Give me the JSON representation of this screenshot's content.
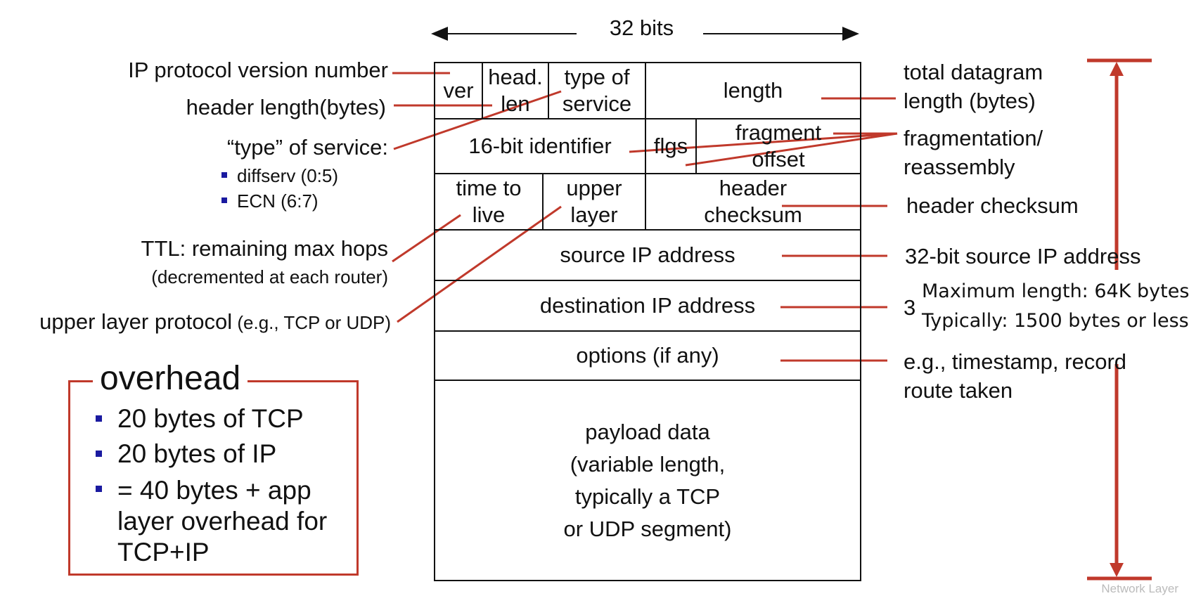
{
  "width_label": "32 bits",
  "fields": {
    "ver": "ver",
    "head_len": "head.\nlen",
    "type_of_service": "type of\nservice",
    "length": "length",
    "identifier": "16-bit identifier",
    "flgs": "flgs",
    "fragment_offset": "fragment\noffset",
    "ttl": "time to\nlive",
    "upper_layer": "upper\nlayer",
    "header_checksum": "header\nchecksum",
    "source_ip": "source IP address",
    "destination_ip": "destination IP address",
    "options": "options (if any)",
    "payload": "payload data\n(variable length,\ntypically a TCP\nor UDP segment)"
  },
  "left_labels": {
    "version": "IP protocol version number",
    "header_length": "header length(bytes)",
    "tos": "“type” of service:",
    "tos_bullets": [
      "diffserv (0:5)",
      "ECN (6:7)"
    ],
    "ttl_line1": "TTL: remaining  max hops",
    "ttl_line2": "(decremented at each router)",
    "upper_main": "upper layer protocol",
    "upper_paren": " (e.g., TCP or UDP)"
  },
  "right_labels": {
    "total_length": "total datagram\nlength (bytes)",
    "fragmentation": "fragmentation/\nreassembly",
    "checksum": "header checksum",
    "source": "32-bit source IP address",
    "dest_partial": "3",
    "max_length": "Maximum length: 64K bytes",
    "typical": "Typically: 1500 bytes or less",
    "options": "e.g., timestamp, record\nroute taken"
  },
  "overhead": {
    "title": "overhead",
    "items": [
      "20 bytes of TCP",
      "20 bytes of IP",
      "= 40 bytes + app\nlayer overhead for\nTCP+IP"
    ]
  },
  "footer": "Network Layer",
  "colors": {
    "accent": "#c0392b",
    "bullet": "#1a1aa0"
  }
}
